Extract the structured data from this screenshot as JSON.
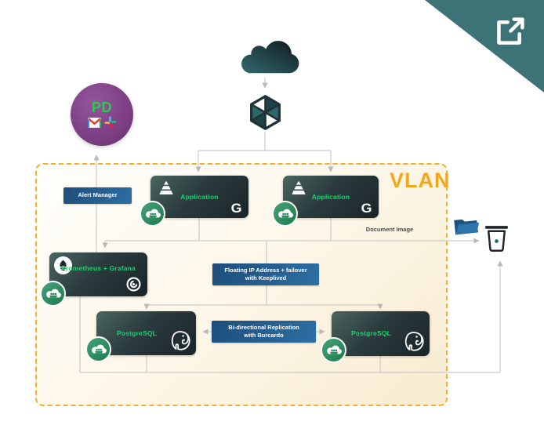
{
  "corner_badge": {
    "icon": "external-link-icon",
    "color": "#3C7376"
  },
  "notifications": {
    "pagerduty_label": "PD",
    "icons": [
      "gmail-icon",
      "slack-icon"
    ]
  },
  "vlan": {
    "label": "VLAN",
    "border_color": "#F1B02D",
    "label_color": "#F5A71B"
  },
  "nodes": {
    "alert_manager": {
      "label": "Alert Manager"
    },
    "application_1": {
      "label": "Application",
      "logo_letter": "G"
    },
    "application_2": {
      "label": "Application",
      "logo_letter": "G"
    },
    "prometheus_grafana": {
      "label": "Prometheus + Grafana"
    },
    "floating_ip": {
      "line1": "Floating IP Address + failover",
      "line2": "with Keeplived"
    },
    "replication": {
      "line1": "Bi-directional Replication",
      "line2": "with Burcardo"
    },
    "postgresql_1": {
      "label": "PostgreSQL"
    },
    "postgresql_2": {
      "label": "PostgreSQL"
    }
  },
  "annotations": {
    "document_image": "Document Image"
  },
  "colors": {
    "node_label_green": "#14D36C",
    "node_bg_dark": "#1C262A",
    "blue_box": "#275E8E",
    "line_gray": "#CBCBCB",
    "pd_circle_purple": "#7E4185",
    "corner_teal": "#3C7376",
    "vlan_fill": "#FBF2DE"
  }
}
